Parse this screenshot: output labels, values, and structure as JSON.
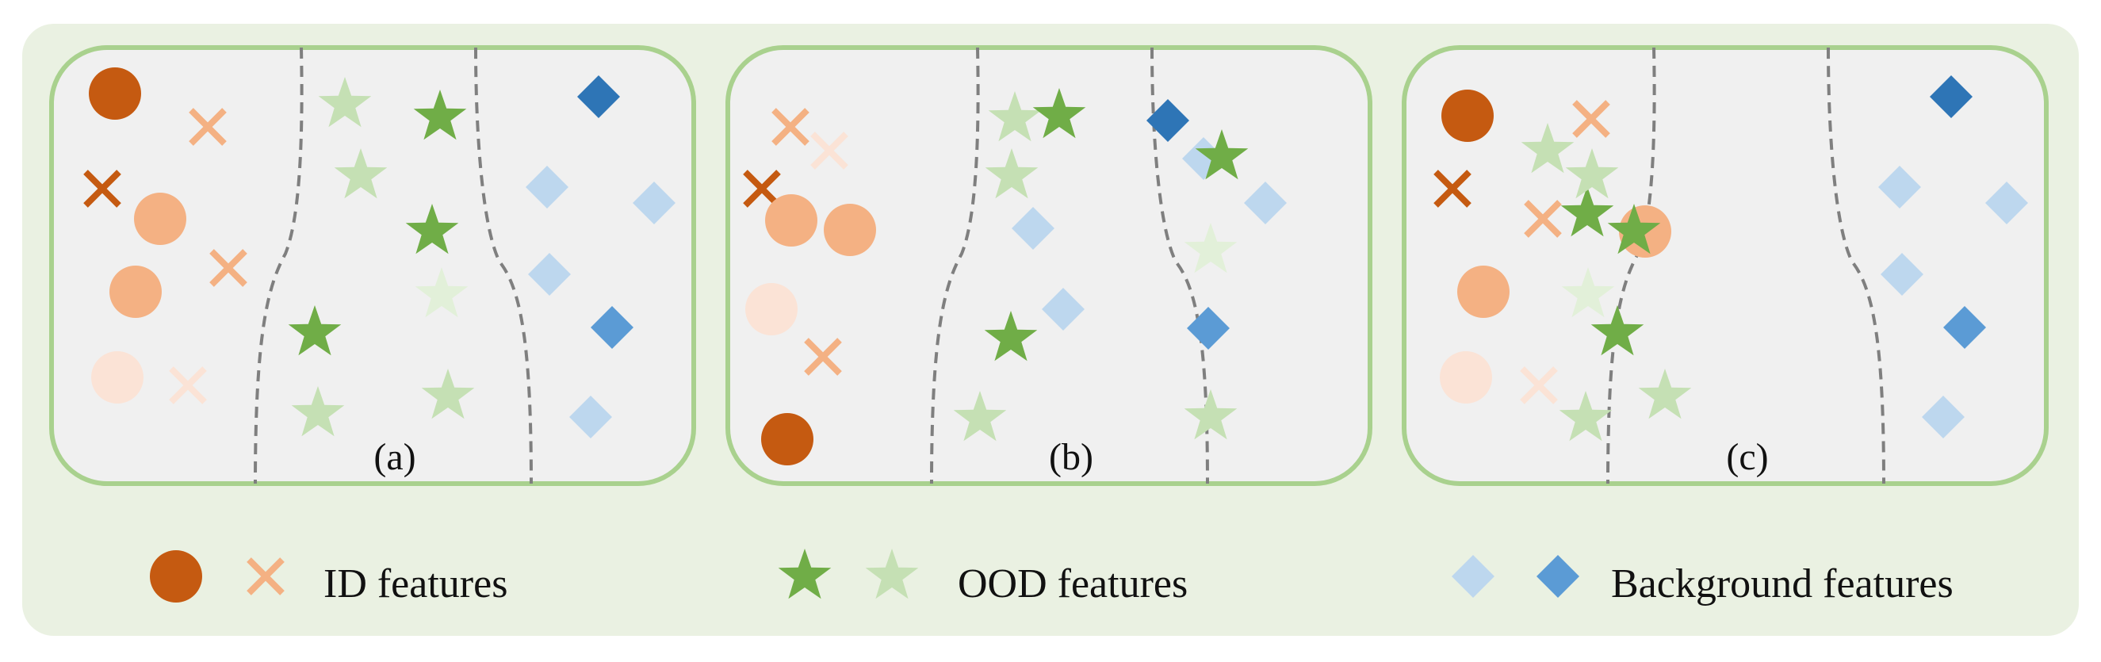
{
  "colors": {
    "outer_bg": "#eaf1e2",
    "panel_bg": "#f0f0f0",
    "panel_border": "#a9d18e",
    "id_dark": "#c55a11",
    "id_mid": "#f4b183",
    "id_light": "#fbe3d6",
    "ood_dark": "#70ad47",
    "ood_mid": "#c5e0b4",
    "ood_light": "#e2f0d9",
    "bg_dark": "#2e75b6",
    "bg_mid": "#5b9bd5",
    "bg_light": "#bdd7ee",
    "divider": "#7f7f7f"
  },
  "panels": [
    {
      "label": "(a)",
      "points": [
        {
          "kind": "circle",
          "tone": "dark"
        },
        {
          "kind": "cross",
          "tone": "mid"
        },
        {
          "kind": "cross",
          "tone": "dark"
        },
        {
          "kind": "circle",
          "tone": "mid"
        },
        {
          "kind": "cross",
          "tone": "mid"
        },
        {
          "kind": "circle",
          "tone": "mid"
        },
        {
          "kind": "circle",
          "tone": "light"
        },
        {
          "kind": "cross",
          "tone": "light"
        },
        {
          "kind": "star",
          "tone": "mid"
        },
        {
          "kind": "star",
          "tone": "dark"
        },
        {
          "kind": "star",
          "tone": "mid"
        },
        {
          "kind": "star",
          "tone": "dark"
        },
        {
          "kind": "star",
          "tone": "light"
        },
        {
          "kind": "star",
          "tone": "dark"
        },
        {
          "kind": "star",
          "tone": "mid"
        },
        {
          "kind": "star",
          "tone": "mid"
        },
        {
          "kind": "diamond",
          "tone": "dark"
        },
        {
          "kind": "diamond",
          "tone": "light"
        },
        {
          "kind": "diamond",
          "tone": "light"
        },
        {
          "kind": "diamond",
          "tone": "light"
        },
        {
          "kind": "diamond",
          "tone": "mid"
        },
        {
          "kind": "diamond",
          "tone": "light"
        }
      ]
    },
    {
      "label": "(b)",
      "points": [
        {
          "kind": "cross",
          "tone": "mid"
        },
        {
          "kind": "cross",
          "tone": "light"
        },
        {
          "kind": "cross",
          "tone": "dark"
        },
        {
          "kind": "circle",
          "tone": "mid"
        },
        {
          "kind": "circle",
          "tone": "mid"
        },
        {
          "kind": "circle",
          "tone": "light"
        },
        {
          "kind": "cross",
          "tone": "mid"
        },
        {
          "kind": "circle",
          "tone": "dark"
        },
        {
          "kind": "star",
          "tone": "mid"
        },
        {
          "kind": "star",
          "tone": "dark"
        },
        {
          "kind": "star",
          "tone": "mid"
        },
        {
          "kind": "diamond",
          "tone": "light"
        },
        {
          "kind": "diamond",
          "tone": "light"
        },
        {
          "kind": "star",
          "tone": "dark"
        },
        {
          "kind": "star",
          "tone": "mid"
        },
        {
          "kind": "diamond",
          "tone": "light"
        },
        {
          "kind": "diamond",
          "tone": "dark"
        },
        {
          "kind": "star",
          "tone": "dark"
        },
        {
          "kind": "diamond",
          "tone": "light"
        },
        {
          "kind": "star",
          "tone": "light"
        },
        {
          "kind": "diamond",
          "tone": "mid"
        },
        {
          "kind": "star",
          "tone": "mid"
        }
      ]
    },
    {
      "label": "(c)",
      "points": [
        {
          "kind": "circle",
          "tone": "dark"
        },
        {
          "kind": "cross",
          "tone": "dark"
        },
        {
          "kind": "star",
          "tone": "mid"
        },
        {
          "kind": "cross",
          "tone": "mid"
        },
        {
          "kind": "circle",
          "tone": "mid"
        },
        {
          "kind": "star",
          "tone": "dark"
        },
        {
          "kind": "circle",
          "tone": "mid"
        },
        {
          "kind": "circle",
          "tone": "light"
        },
        {
          "kind": "cross",
          "tone": "light"
        },
        {
          "kind": "cross",
          "tone": "mid"
        },
        {
          "kind": "star",
          "tone": "mid"
        },
        {
          "kind": "star",
          "tone": "dark"
        },
        {
          "kind": "star",
          "tone": "light"
        },
        {
          "kind": "star",
          "tone": "dark"
        },
        {
          "kind": "star",
          "tone": "mid"
        },
        {
          "kind": "star",
          "tone": "mid"
        },
        {
          "kind": "diamond",
          "tone": "dark"
        },
        {
          "kind": "diamond",
          "tone": "light"
        },
        {
          "kind": "diamond",
          "tone": "light"
        },
        {
          "kind": "diamond",
          "tone": "light"
        },
        {
          "kind": "diamond",
          "tone": "mid"
        },
        {
          "kind": "diamond",
          "tone": "light"
        }
      ]
    }
  ],
  "legend": {
    "id_label": "ID features",
    "ood_label": "OOD features",
    "bg_label": "Background features"
  }
}
